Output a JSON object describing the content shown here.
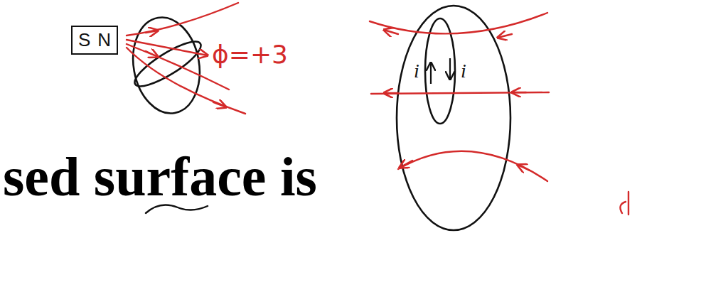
{
  "diagram": {
    "nodes": [
      {
        "text": [
          "S",
          "N"
        ]
      }
    ],
    "labels": [
      "ϕ=+3",
      "i",
      "i",
      "sed surface is"
    ]
  }
}
